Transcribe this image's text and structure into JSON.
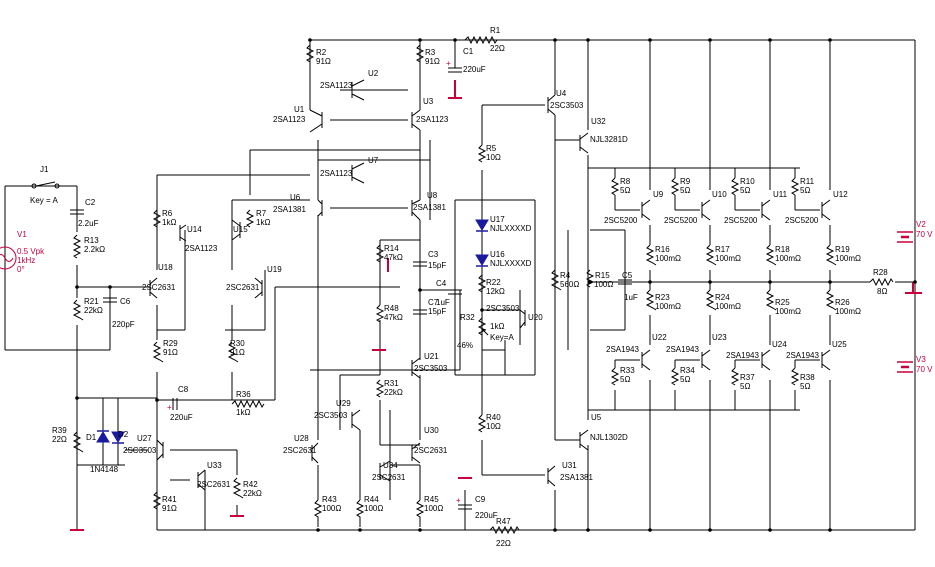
{
  "J1": {
    "ref": "J1",
    "label": "Key = A"
  },
  "V1": {
    "ref": "V1",
    "amp": "0.5 Vpk",
    "freq": "1kHz",
    "phase": "0°"
  },
  "V2": {
    "ref": "V2",
    "val": "70 V"
  },
  "V3": {
    "ref": "V3",
    "val": "70 V"
  },
  "R1": {
    "ref": "R1",
    "val": "22Ω"
  },
  "R2": {
    "ref": "R2",
    "val": "91Ω"
  },
  "R3": {
    "ref": "R3",
    "val": "91Ω"
  },
  "R4": {
    "ref": "R4",
    "val": "560Ω"
  },
  "R5": {
    "ref": "R5",
    "val": "10Ω"
  },
  "R6": {
    "ref": "R6",
    "val": "1kΩ"
  },
  "R7": {
    "ref": "R7",
    "val": "1kΩ"
  },
  "R8": {
    "ref": "R8",
    "val": "5Ω"
  },
  "R9": {
    "ref": "R9",
    "val": "5Ω"
  },
  "R10": {
    "ref": "R10",
    "val": "5Ω"
  },
  "R11": {
    "ref": "R11",
    "val": "5Ω"
  },
  "R13": {
    "ref": "R13",
    "val": "2.2kΩ"
  },
  "R14": {
    "ref": "R14",
    "val": "47kΩ"
  },
  "R15": {
    "ref": "R15",
    "val": "100Ω"
  },
  "R16": {
    "ref": "R16",
    "val": "100mΩ"
  },
  "R17": {
    "ref": "R17",
    "val": "100mΩ"
  },
  "R18": {
    "ref": "R18",
    "val": "100mΩ"
  },
  "R19": {
    "ref": "R19",
    "val": "100mΩ"
  },
  "R21": {
    "ref": "R21",
    "val": "22kΩ"
  },
  "R22": {
    "ref": "R22",
    "val": "12kΩ"
  },
  "R23": {
    "ref": "R23",
    "val": "100mΩ"
  },
  "R24": {
    "ref": "R24",
    "val": "100mΩ"
  },
  "R25": {
    "ref": "R25",
    "val": "100mΩ"
  },
  "R26": {
    "ref": "R26",
    "val": "100mΩ"
  },
  "R28": {
    "ref": "R28",
    "val": "8Ω"
  },
  "R29": {
    "ref": "R29",
    "val": "91Ω"
  },
  "R30": {
    "ref": "R30",
    "val": "91Ω"
  },
  "R31": {
    "ref": "R31",
    "val": "22kΩ"
  },
  "R32": {
    "ref": "R32",
    "val": "1kΩ",
    "key": "Key=A",
    "pct": "46%"
  },
  "R33": {
    "ref": "R33",
    "val": "5Ω"
  },
  "R34": {
    "ref": "R34",
    "val": "5Ω"
  },
  "R36": {
    "ref": "R36",
    "val": "1kΩ"
  },
  "R37": {
    "ref": "R37",
    "val": "5Ω"
  },
  "R38": {
    "ref": "R38",
    "val": "5Ω"
  },
  "R39": {
    "ref": "R39",
    "val": "22Ω"
  },
  "R40": {
    "ref": "R40",
    "val": "10Ω"
  },
  "R41": {
    "ref": "R41",
    "val": "91Ω"
  },
  "R42": {
    "ref": "R42",
    "val": "22kΩ"
  },
  "R43": {
    "ref": "R43",
    "val": "100Ω"
  },
  "R44": {
    "ref": "R44",
    "val": "100Ω"
  },
  "R45": {
    "ref": "R45",
    "val": "100Ω"
  },
  "R47": {
    "ref": "R47",
    "val": "22Ω"
  },
  "R48": {
    "ref": "R48",
    "val": "47kΩ"
  },
  "C1": {
    "ref": "C1",
    "val": "220uF"
  },
  "C2": {
    "ref": "C2",
    "val": "2.2uF"
  },
  "C3": {
    "ref": "C3",
    "val": "15pF"
  },
  "C4": {
    "ref": "C4"
  },
  "C5": {
    "ref": "C5",
    "val": "1uF"
  },
  "C6": {
    "ref": "C6",
    "val": "220pF"
  },
  "C7": {
    "ref": "C7",
    "val": "15pF"
  },
  "C7b": {
    "ref": "1uF"
  },
  "C8": {
    "ref": "C8",
    "val": "220uF"
  },
  "C9": {
    "ref": "C9",
    "val": "220uF"
  },
  "D1": {
    "ref": "D1",
    "val": "1N4148"
  },
  "D2": {
    "ref": "D2"
  },
  "U1": {
    "ref": "U1",
    "val": "2SA1123"
  },
  "U2": {
    "ref": "U2",
    "val": "2SA1123"
  },
  "U3": {
    "ref": "U3",
    "val": "2SA1123"
  },
  "U4": {
    "ref": "U4",
    "val": "2SC3503"
  },
  "U5": {
    "ref": "U5",
    "val": "NJL1302D"
  },
  "U6": {
    "ref": "U6",
    "val": "2SA1381"
  },
  "U7": {
    "ref": "U7",
    "val": "2SA1123"
  },
  "U8": {
    "ref": "U8",
    "val": "2SA1381"
  },
  "U9": {
    "ref": "U9",
    "val": "2SC5200"
  },
  "U10": {
    "ref": "U10",
    "val": "2SC5200"
  },
  "U11": {
    "ref": "U11",
    "val": "2SC5200"
  },
  "U12": {
    "ref": "U12",
    "val": "2SC5200"
  },
  "U14": {
    "ref": "U14",
    "val": "2SA1123"
  },
  "U15": {
    "ref": "U15"
  },
  "U16": {
    "ref": "U16",
    "val": "NJLXXXXD"
  },
  "U17": {
    "ref": "U17",
    "val": "NJLXXXXD"
  },
  "U18": {
    "ref": "U18",
    "val": "2SC2631"
  },
  "U19": {
    "ref": "U19",
    "val": "2SC2631"
  },
  "U20": {
    "ref": "U20",
    "val": "2SC3503"
  },
  "U21": {
    "ref": "U21",
    "val": "2SC3503"
  },
  "U22": {
    "ref": "U22",
    "val": "2SA1943"
  },
  "U23": {
    "ref": "U23",
    "val": "2SA1943"
  },
  "U24": {
    "ref": "U24",
    "val": "2SA1943"
  },
  "U25": {
    "ref": "U25",
    "val": "2SA1943"
  },
  "U27": {
    "ref": "U27",
    "val": "2SC3503"
  },
  "U28": {
    "ref": "U28",
    "val": "2SC2631"
  },
  "U29": {
    "ref": "U29",
    "val": "2SC3503"
  },
  "U30": {
    "ref": "U30",
    "val": "2SC2631"
  },
  "U31": {
    "ref": "U31",
    "val": "2SA1381"
  },
  "U32": {
    "ref": "U32",
    "val": "NJL3281D"
  },
  "U33": {
    "ref": "U33",
    "val": "2SC2631"
  },
  "U34": {
    "ref": "U34",
    "val": "2SC2631"
  },
  "colors": {
    "wire": "#000000",
    "rail": "#c8003c",
    "diode": "#1a1aa0",
    "label_red": "#c8003c"
  }
}
